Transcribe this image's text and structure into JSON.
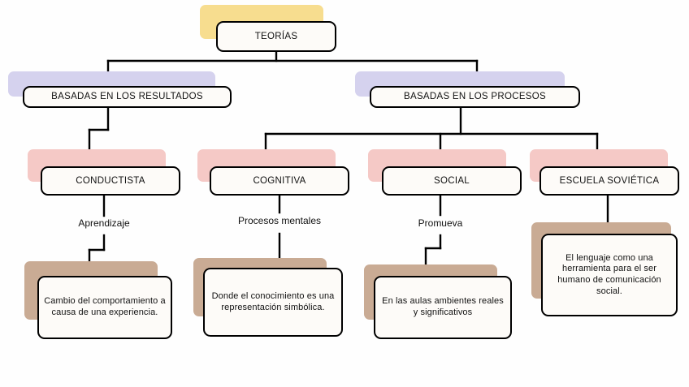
{
  "diagram": {
    "title": "TEORÍAS",
    "colors": {
      "shadow_root": "#f7dd8f",
      "shadow_level2": "#d5d2ee",
      "shadow_level3": "#f5c9c6",
      "shadow_leaf": "#c9ab94",
      "box_fill": "#fdfbf8",
      "border": "#000000",
      "line": "#000000",
      "background": "#fefefe"
    },
    "nodes": {
      "root": {
        "label": "TEORÍAS"
      },
      "level2": [
        {
          "id": "resultados",
          "label": "BASADAS EN LOS RESULTADOS"
        },
        {
          "id": "procesos",
          "label": "BASADAS EN LOS PROCESOS"
        }
      ],
      "level3": [
        {
          "id": "conductista",
          "label": "CONDUCTISTA"
        },
        {
          "id": "cognitiva",
          "label": "COGNITIVA"
        },
        {
          "id": "social",
          "label": "SOCIAL"
        },
        {
          "id": "sovietica",
          "label": "ESCUELA SOVIÉTICA"
        }
      ],
      "edge_labels": [
        {
          "id": "aprendizaje",
          "label": "Aprendizaje"
        },
        {
          "id": "procesos-mentales",
          "label": "Procesos mentales"
        },
        {
          "id": "promueva",
          "label": "Promueva"
        }
      ],
      "leaves": [
        {
          "id": "cambio",
          "label": "Cambio del comportamiento a causa de una experiencia."
        },
        {
          "id": "conocimiento",
          "label": "Donde el conocimiento es una representación simbólica."
        },
        {
          "id": "aulas",
          "label": "En las aulas ambientes reales y significativos"
        },
        {
          "id": "lenguaje",
          "label": "El lenguaje como una herramienta para el ser humano de comunicación social."
        }
      ]
    }
  }
}
